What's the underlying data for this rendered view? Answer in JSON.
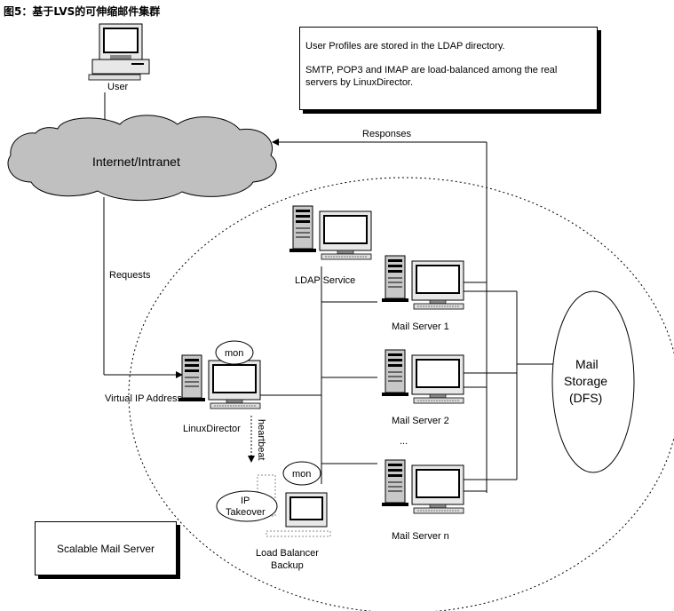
{
  "title": "图5：基于LVS的可伸缩邮件集群",
  "note": {
    "line1": "User Profiles are stored in the LDAP directory.",
    "line2": "SMTP, POP3 and IMAP are load-balanced among the real servers by LinuxDirector."
  },
  "labels": {
    "user": "User",
    "internet": "Internet/Intranet",
    "responses": "Responses",
    "requests": "Requests",
    "virtual_ip": "Virtual IP Address",
    "linux_director": "LinuxDirector",
    "heartbeat": "heartbeat",
    "ldap_service": "LDAP Service",
    "mail_server_1": "Mail Server 1",
    "mail_server_2": "Mail Server 2",
    "mail_server_n": "Mail Server n",
    "ellipsis": "...",
    "mon_1": "mon",
    "mon_2": "mon",
    "ip_takeover_1": "IP",
    "ip_takeover_2": "Takeover",
    "lb_backup_1": "Load Balancer",
    "lb_backup_2": "Backup",
    "mail_storage_1": "Mail",
    "mail_storage_2": "Storage",
    "mail_storage_3": "(DFS)",
    "scalable": "Scalable Mail Server"
  }
}
